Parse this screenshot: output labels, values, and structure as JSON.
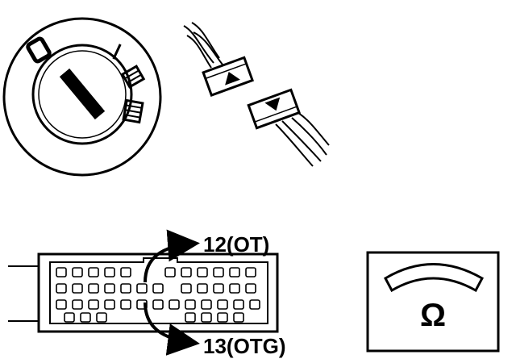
{
  "labels": {
    "pin_top": "12(OT)",
    "pin_bottom": "13(OTG)",
    "ohm_symbol": "Ω"
  },
  "colors": {
    "ink": "#000000",
    "paper": "#ffffff"
  },
  "icons": {
    "ignition_switch": "ignition-switch-icon",
    "connector_disconnect": "connector-disconnect-icon",
    "ecu_connector": "ecu-connector-icon",
    "ohmmeter": "ohmmeter-icon"
  }
}
